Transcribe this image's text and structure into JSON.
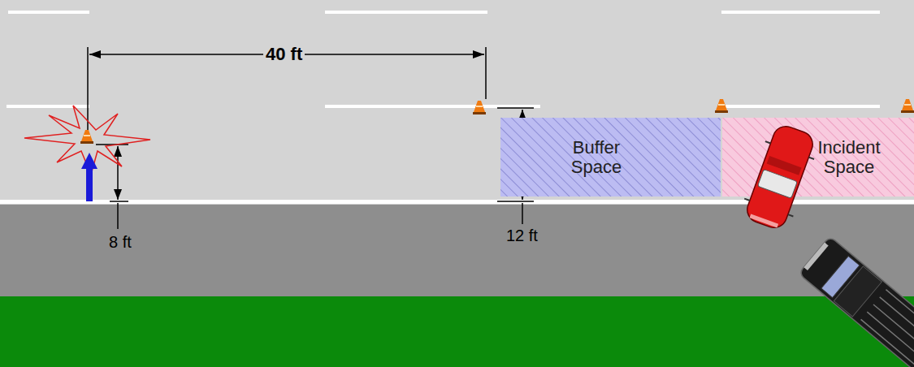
{
  "diagram": {
    "nodes": [
      {
        "text": [
          "Buffer Space"
        ]
      },
      {
        "text": [
          "Incident Space"
        ]
      }
    ],
    "labels": [
      "40 ft",
      "8 ft",
      "12 ft"
    ]
  }
}
